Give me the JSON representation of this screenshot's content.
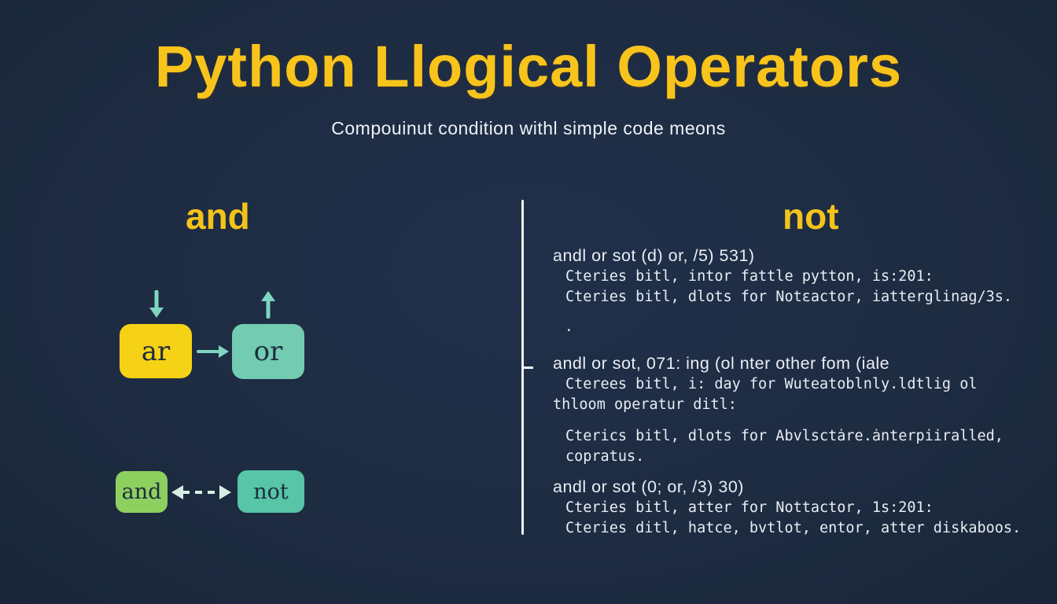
{
  "slide": {
    "title": "Python Llogical Operators",
    "subtitle": "Compouinut condition withl simple code meons"
  },
  "left_panel": {
    "heading": "and",
    "diagram": {
      "box_ar": "ar",
      "box_or": "or",
      "box_and": "and",
      "box_not": "not"
    }
  },
  "right_panel": {
    "heading": "not",
    "stray_period": ".",
    "blocks": [
      {
        "lines": [
          "andl or sot (d) or, /5) 531)",
          "Cteries bitl, intor fattle pytton, is:201:",
          "Cteries bitl, dlots for Notɛactor, iatterglinag/3s."
        ]
      },
      {
        "lines": [
          "andl or sot, 071: ing (ol nter other fom (iale",
          "Cterees bitl, i: day for Wuteatoblnly.ldtlig ol",
          "thloom operatur ditl:",
          "Cterics bitl, dlots for Abvlsctȧre.ȧnterpiiralled,",
          "copratus."
        ]
      },
      {
        "lines": [
          "andl or sot (0; or, /3) 30)",
          "Cteries bitl, atter for Nottactor, 1s:201:",
          "Cteries ditl, hatce, bvtlot, entor, atter diskaboos."
        ]
      }
    ]
  },
  "colors": {
    "background": "#1e2c42",
    "accent_yellow": "#f8c41c",
    "box_yellow": "#f6d216",
    "box_teal": "#73cbb1",
    "box_teal_dark": "#57c5a6",
    "box_green": "#8ed05f",
    "arrow_teal": "#7fd6c0",
    "arrow_dashed": "#d8eee4",
    "text_light": "#e8edf3",
    "divider": "#f4f7f9"
  }
}
